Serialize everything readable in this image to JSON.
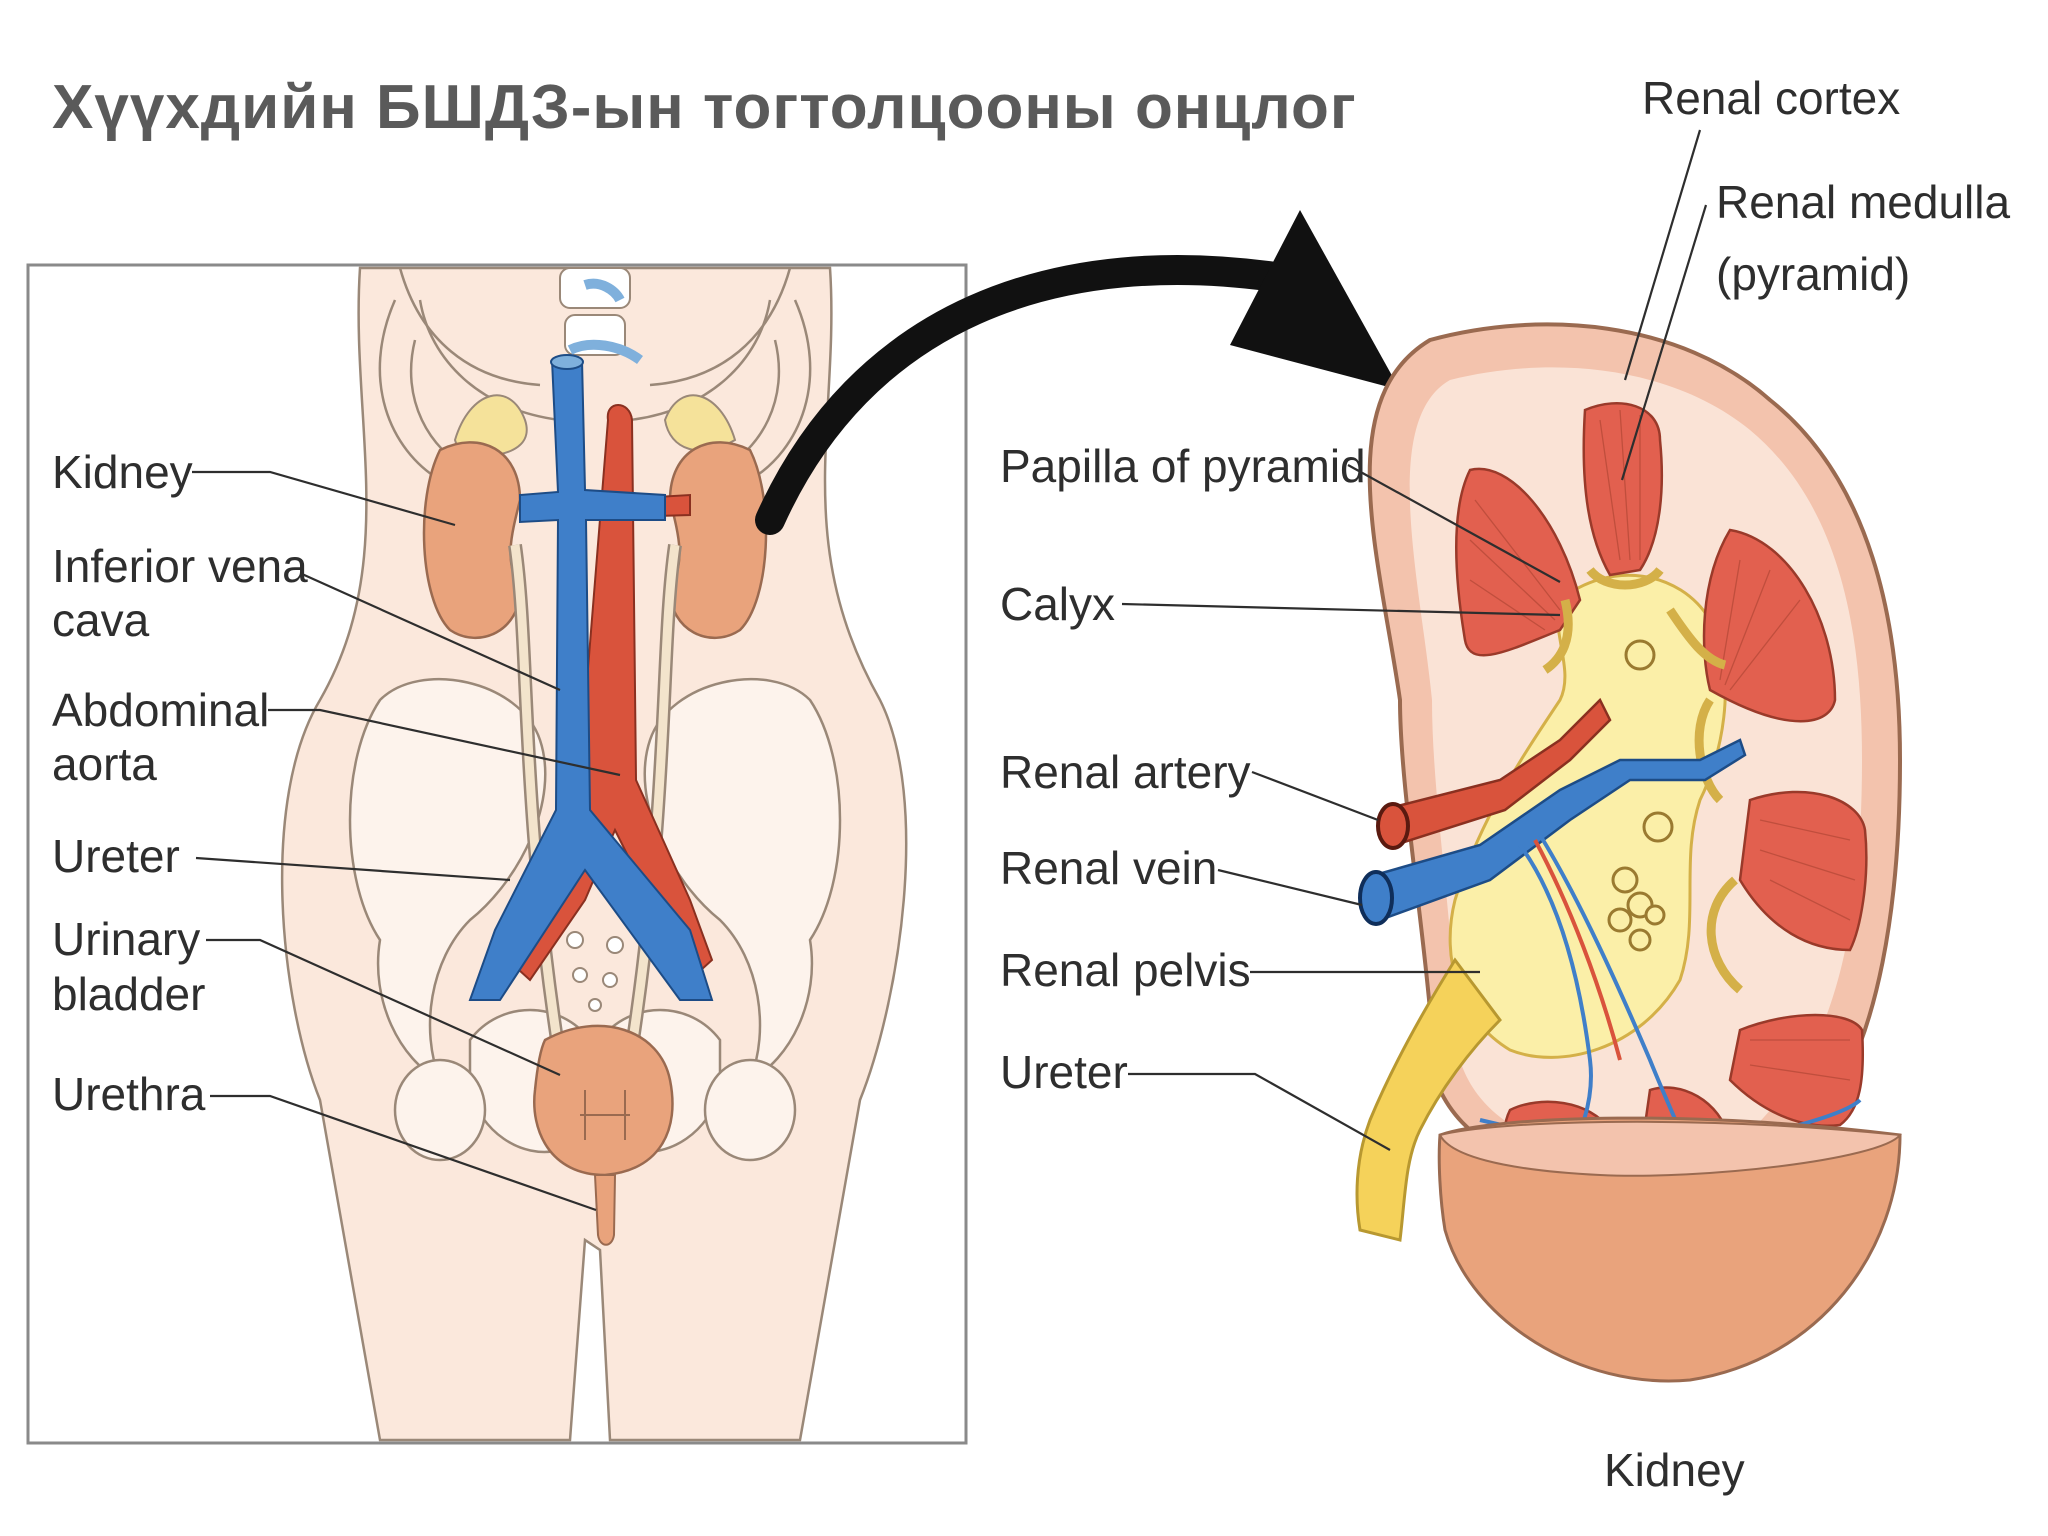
{
  "title": "Хүүхдийн БШДЗ-ын тогтолцооны онцлог",
  "left_panel": {
    "labels": {
      "kidney": "Kidney",
      "ivc_line1": "Inferior vena",
      "ivc_line2": "cava",
      "aorta_line1": "Abdominal",
      "aorta_line2": "aorta",
      "ureter": "Ureter",
      "bladder_line1": "Urinary",
      "bladder_line2": "bladder",
      "urethra": "Urethra"
    }
  },
  "right_panel": {
    "labels": {
      "renal_cortex": "Renal cortex",
      "renal_medulla_line1": "Renal medulla",
      "renal_medulla_line2": "(pyramid)",
      "papilla": "Papilla of pyramid",
      "calyx": "Calyx",
      "renal_artery": "Renal artery",
      "renal_vein": "Renal vein",
      "renal_pelvis": "Renal pelvis",
      "ureter": "Ureter",
      "caption": "Kidney"
    }
  },
  "colors": {
    "artery": "#d9533c",
    "vein": "#3f7fc9",
    "kidney": "#e9a37c",
    "medulla": "#e2604f",
    "pelvis": "#fbefa8",
    "ureter_yellow": "#f5d25a",
    "skin": "#fbe8dc"
  }
}
